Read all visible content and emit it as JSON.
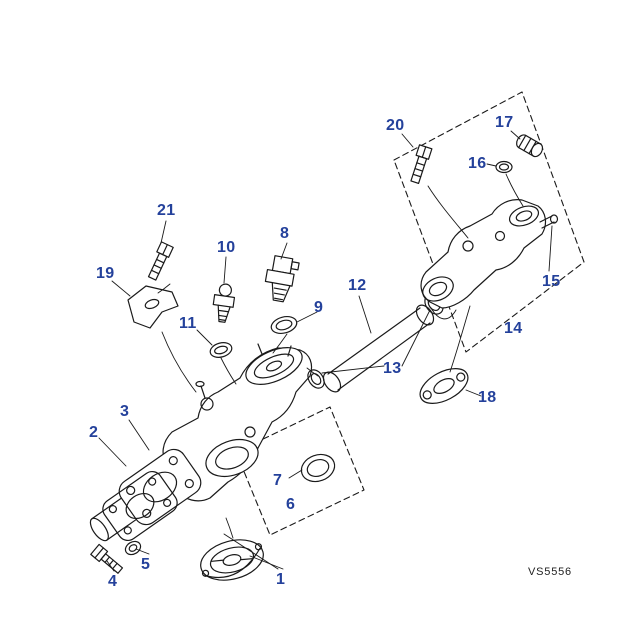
{
  "diagram": {
    "type": "exploded-parts-diagram",
    "code": "VS5556",
    "colors": {
      "label": "#24419b",
      "line": "#1a1a1a",
      "background": "#ffffff"
    },
    "labels": [
      {
        "part": 1,
        "text": "1"
      },
      {
        "part": 2,
        "text": "2"
      },
      {
        "part": 3,
        "text": "3"
      },
      {
        "part": 4,
        "text": "4"
      },
      {
        "part": 5,
        "text": "5"
      },
      {
        "part": 6,
        "text": "6"
      },
      {
        "part": 7,
        "text": "7"
      },
      {
        "part": 8,
        "text": "8"
      },
      {
        "part": 9,
        "text": "9"
      },
      {
        "part": 10,
        "text": "10"
      },
      {
        "part": 11,
        "text": "11"
      },
      {
        "part": 12,
        "text": "12"
      },
      {
        "part": 13,
        "text": "13"
      },
      {
        "part": 14,
        "text": "14"
      },
      {
        "part": 15,
        "text": "15"
      },
      {
        "part": 16,
        "text": "16"
      },
      {
        "part": 17,
        "text": "17"
      },
      {
        "part": 18,
        "text": "18"
      },
      {
        "part": 19,
        "text": "19"
      },
      {
        "part": 20,
        "text": "20"
      },
      {
        "part": 21,
        "text": "21"
      }
    ],
    "dashed_groups": [
      {
        "box_label": "6"
      },
      {
        "box_label": "14"
      }
    ]
  }
}
